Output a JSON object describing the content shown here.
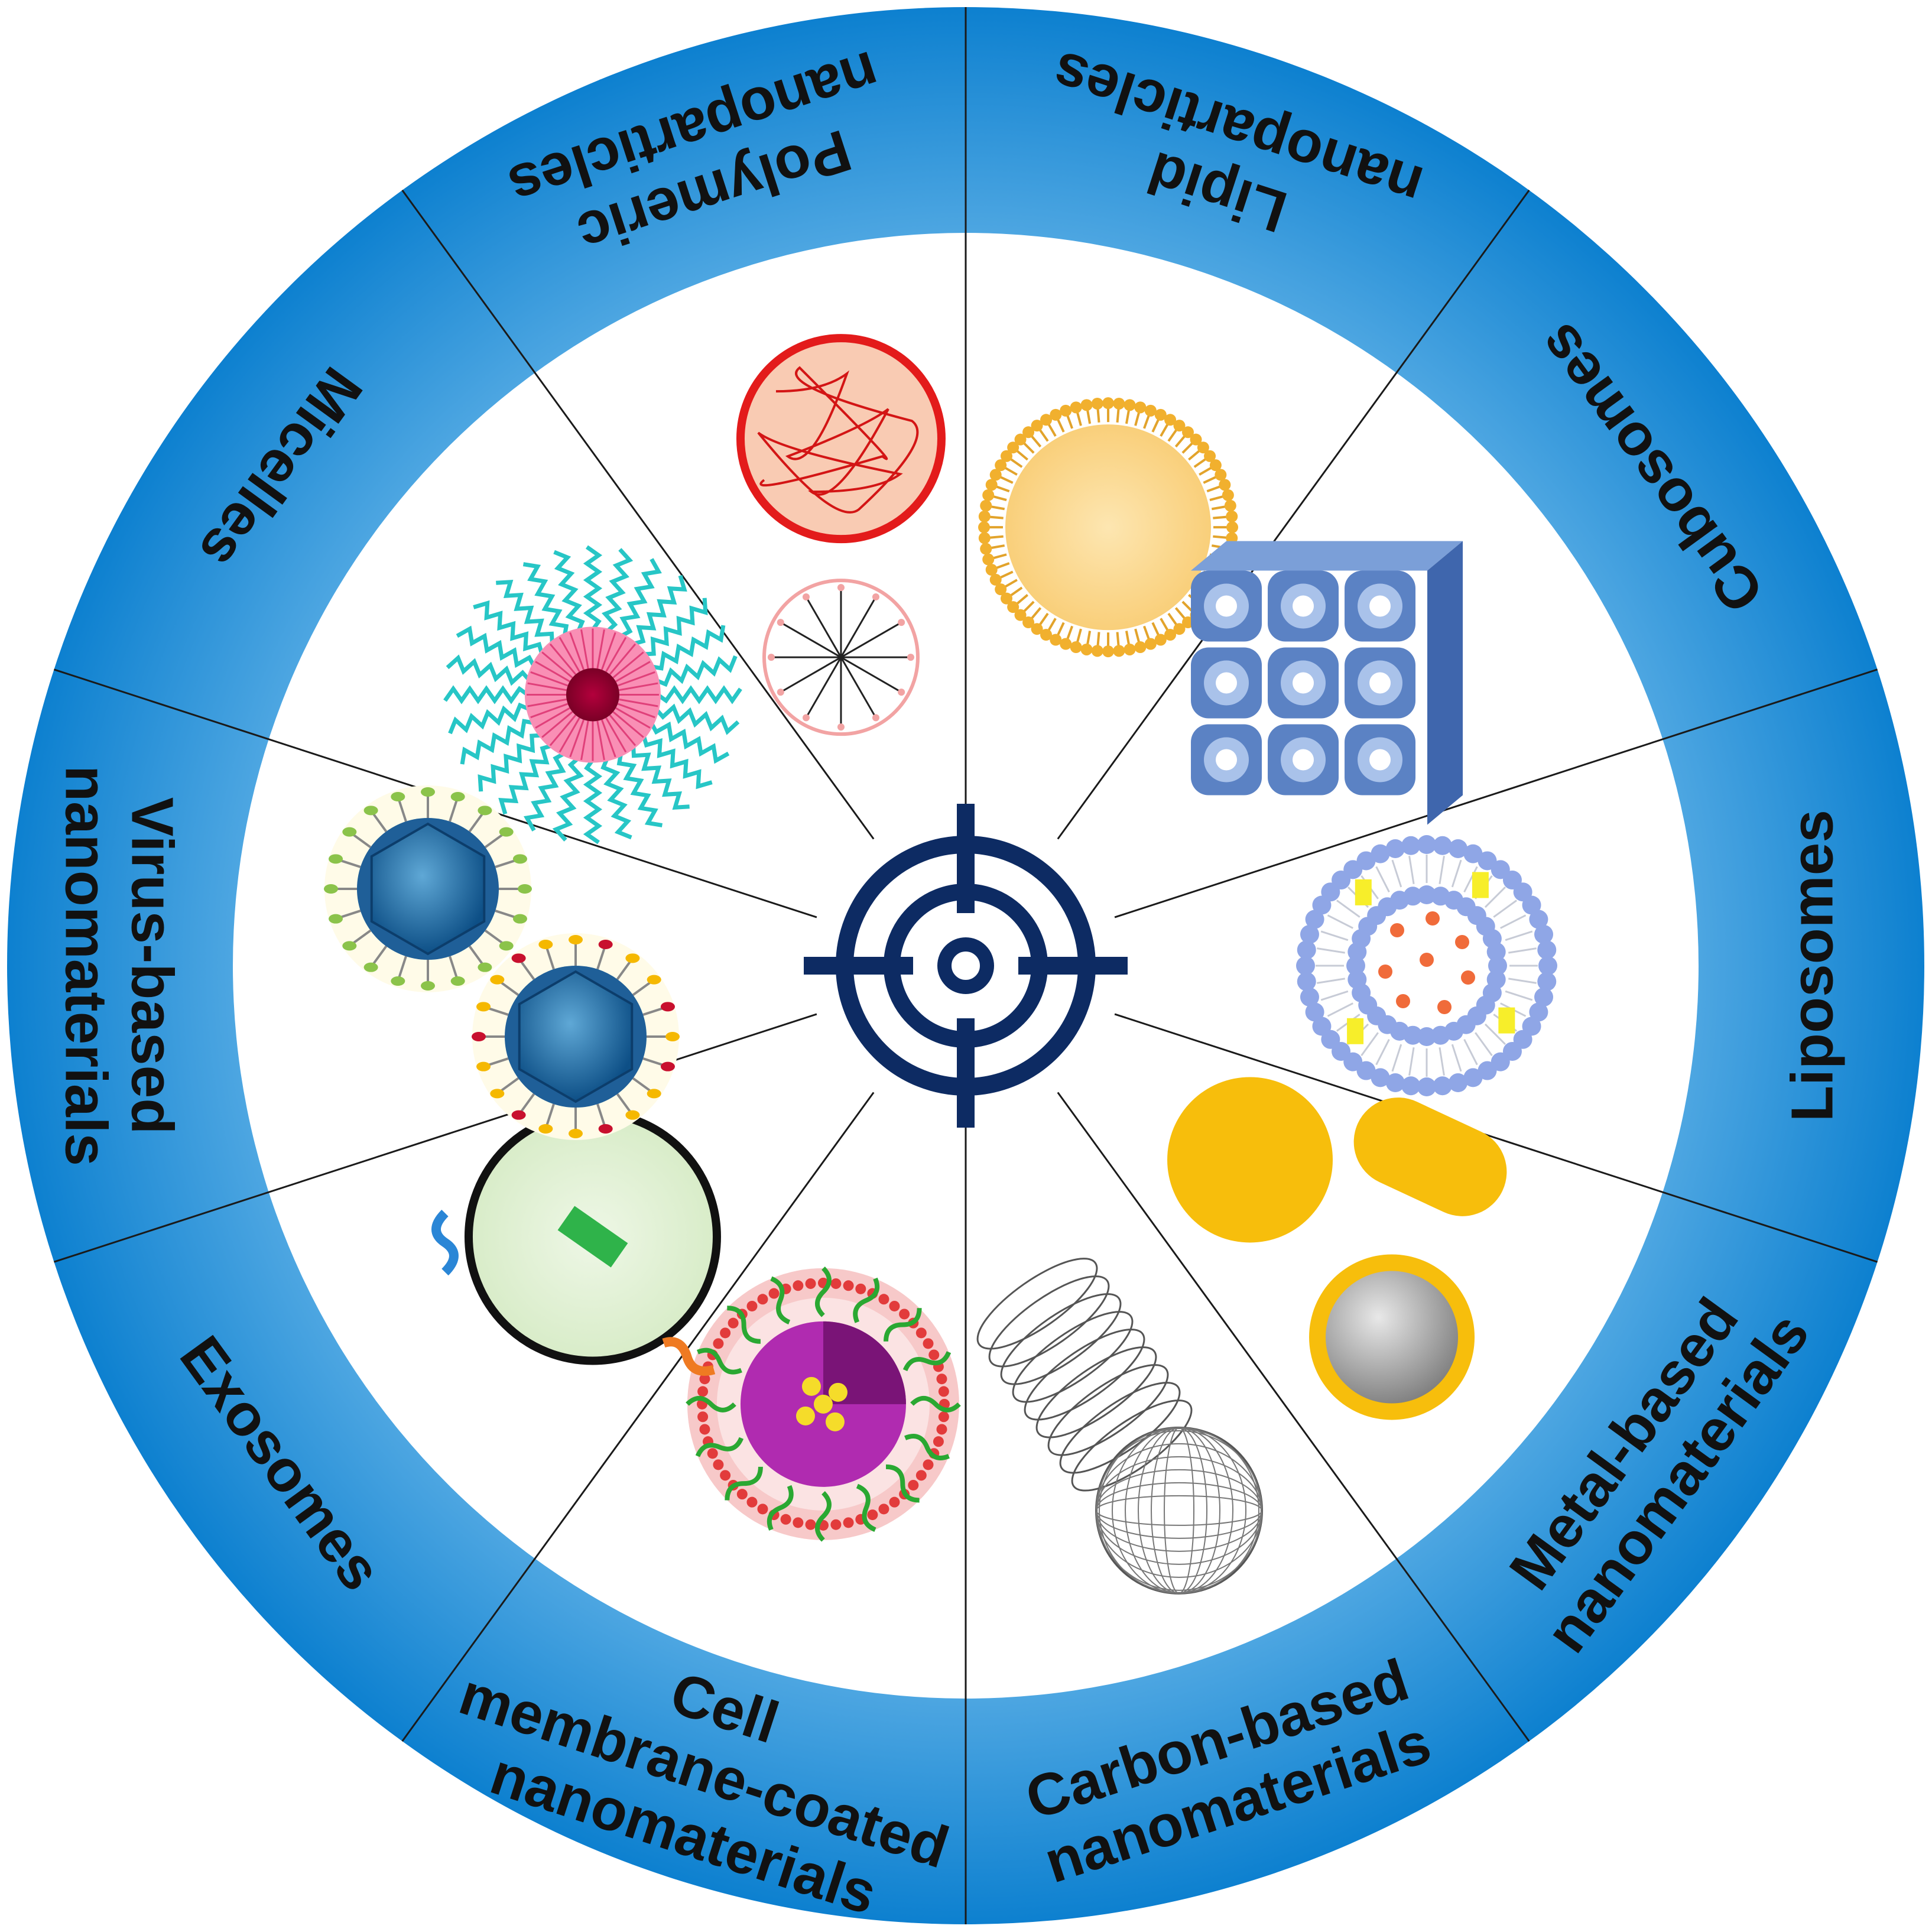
{
  "colors": {
    "ring_outer": "#0b7fcf",
    "ring_inner": "#52a9e3",
    "divider": "#1a1a1a",
    "target": "#0d2b63",
    "center_fill": "#ffffff"
  },
  "center": {
    "icon": "crosshair-target-icon"
  },
  "segments": [
    {
      "id": "lipid-nanoparticles",
      "lines": [
        "Lipid",
        "nanoparticles"
      ],
      "icon": "lipid-nanoparticle-icon"
    },
    {
      "id": "cubosomes",
      "lines": [
        "Cubosomes"
      ],
      "icon": "cubosome-icon"
    },
    {
      "id": "liposomes",
      "lines": [
        "Liposomes"
      ],
      "icon": "liposome-icon"
    },
    {
      "id": "metal-based-nanomaterials",
      "lines": [
        "Metal-based",
        "nanomaterials"
      ],
      "icon": "metal-nanoparticle-icon"
    },
    {
      "id": "carbon-based-nanomaterials",
      "lines": [
        "Carbon-based",
        "nanomaterials"
      ],
      "icon": "carbon-nanotube-fullerene-icon"
    },
    {
      "id": "cell-membrane-coated-nanomaterials",
      "lines": [
        "Cell",
        "membrane-coated",
        "nanomaterials"
      ],
      "icon": "membrane-coated-nanoparticle-icon"
    },
    {
      "id": "exosomes",
      "lines": [
        "Exosomes"
      ],
      "icon": "exosome-icon"
    },
    {
      "id": "virus-based-nanomaterials",
      "lines": [
        "Virus-based",
        "nanomaterials"
      ],
      "icon": "virus-capsid-icon"
    },
    {
      "id": "micelles",
      "lines": [
        "Micelles"
      ],
      "icon": "micelle-icon"
    },
    {
      "id": "polymeric-nanoparticles",
      "lines": [
        "Polymeric",
        "nanoparticles"
      ],
      "icon": "polymer-nanoparticle-icon"
    }
  ]
}
